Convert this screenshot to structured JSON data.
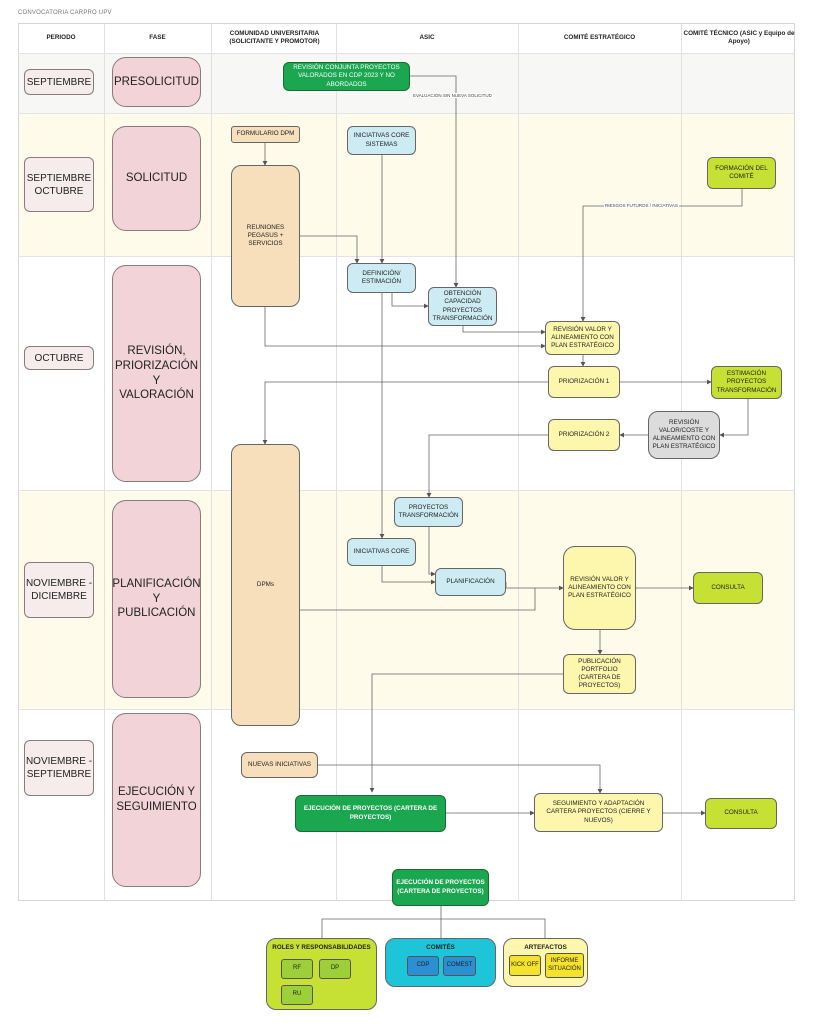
{
  "doc_title": "CONVOCATORIA CARPRO UPV",
  "headers": {
    "periodo": "PERIODO",
    "fase": "FASE",
    "comunidad": "COMUNIDAD UNIVERSITARIA (SOLICITANTE Y PROMOTOR)",
    "asic": "ASIC",
    "estrategico": "COMITÉ ESTRATÉGICO",
    "tecnico": "COMITÉ TÉCNICO (ASIC y Equipo de Apoyo)"
  },
  "periods": [
    "SEPTIEMBRE",
    "SEPTIEMBRE OCTUBRE",
    "OCTUBRE",
    "NOVIEMBRE - DICIEMBRE",
    "NOVIEMBRE - SEPTIEMBRE"
  ],
  "phases": [
    "PRESOLICITUD",
    "SOLICITUD",
    "REVISIÓN, PRIORIZACIÓN Y VALORACIÓN",
    "PLANIFICACIÓN Y PUBLICACIÓN",
    "EJECUCIÓN Y SEGUIMIENTO"
  ],
  "nodes": {
    "revision_conjunta": "REVISIÓN CONJUNTA PROYECTOS VALORADOS EN CDP 2023 Y NO ABORDADOS",
    "formulario_dpm": "FORMULARIO DPM",
    "iniciativas_core_sistemas": "INICIATIVAS CORE SISTEMAS",
    "formacion_comite": "FORMACIÓN DEL COMITÉ",
    "reuniones_pegasus": "REUNIONES PEGASUS + SERVICIOS",
    "definicion": "DEFINICIÓN/ ESTIMACIÓN",
    "obtencion": "OBTENCIÓN CAPACIDAD PROYECTOS TRANSFORMACIÓN",
    "revision_valor_1": "REVISIÓN VALOR Y ALINEAMIENTO CON PLAN ESTRATÉGICO",
    "priorizacion_1": "PRIORIZACIÓN 1",
    "estimacion_proyectos": "ESTIMACIÓN PROYECTOS TRANSFORMACIÓN",
    "revision_valor_coste": "REVISIÓN VALOR/COSTE Y ALINEAMIENTO CON PLAN ESTRATÉGICO",
    "priorizacion_2": "PRIORIZACIÓN 2",
    "dpms": "DPMs",
    "proyectos_transformacion": "PROYECTOS TRANSFORMACIÓN",
    "iniciativas_core": "INICIATIVAS CORE",
    "planificacion": "PLANIFICACIÓN",
    "revision_valor_2": "REVISIÓN VALOR Y ALINEAMIENTO CON PLAN ESTRATÉGICO",
    "consulta_1": "CONSULTA",
    "publicacion": "PUBLICACIÓN PORTFOLIO (CARTERA DE PROYECTOS)",
    "nuevas_iniciativas": "NUEVAS INICIATIVAS",
    "ejecucion": "EJECUCIÓN DE PROYECTOS (CARTERA DE PROYECTOS)",
    "seguimiento": "SEGUIMIENTO Y ADAPTACIÓN CARTERA PROYECTOS (CIERRE Y NUEVOS)",
    "consulta_2": "CONSULTA",
    "ejecucion_bottom": "EJECUCIÓN DE PROYECTOS (CARTERA DE PROYECTOS)"
  },
  "edge_labels": {
    "evaluacion": "EVALUACIÓN SIN NUEVA SOLICITUD",
    "riesgos": "RIESGOS FUTUROS / INICIATIVAS"
  },
  "legend": {
    "roles": {
      "title": "ROLES Y RESPONSABILIDADES",
      "chips": [
        "RF",
        "DP",
        "RU"
      ]
    },
    "comites": {
      "title": "COMITÉS",
      "chips": [
        "CDP",
        "COMEST"
      ]
    },
    "artefactos": {
      "title": "ARTEFACTOS",
      "chips": [
        "KICK OFF",
        "INFORME SITUACIÓN"
      ]
    }
  },
  "colors": {
    "phase": "#f2d3d7",
    "period": "#f6ecec",
    "band_odd": "#f7f7f5",
    "band_yellow": "#fefbeb",
    "blue": "#cdebf2",
    "tan": "#f8dfbb",
    "yellow": "#fdf7ad",
    "lime": "#c6e133",
    "green": "#1aa74f",
    "cyan": "#1ec4d8",
    "grey": "#dcdcdc"
  }
}
